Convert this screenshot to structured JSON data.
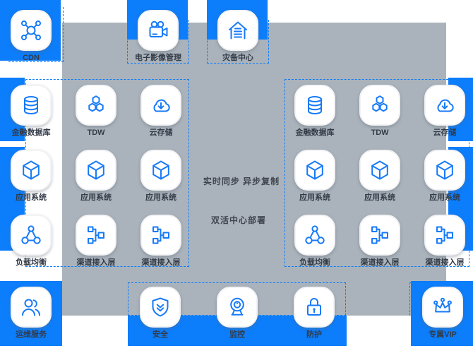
{
  "colors": {
    "accent": "#0c7dfb",
    "icon_blue": "#177af8",
    "panel_gray": "#aab3bc",
    "label": "#333b47"
  },
  "top_row": [
    {
      "icon": "cdn",
      "label": "CDN"
    },
    {
      "icon": "video-camera",
      "label": "电子影像管理"
    },
    {
      "icon": "disaster-center",
      "label": "灾备中心"
    }
  ],
  "site_groups": {
    "left": {
      "items": [
        {
          "icon": "database",
          "label": "金融数据库"
        },
        {
          "icon": "tdw",
          "label": "TDW"
        },
        {
          "icon": "cloud-storage",
          "label": "云存储"
        },
        {
          "icon": "app-system",
          "label": "应用系统"
        },
        {
          "icon": "app-system",
          "label": "应用系统"
        },
        {
          "icon": "app-system",
          "label": "应用系统"
        },
        {
          "icon": "load-balancer",
          "label": "负载均衡"
        },
        {
          "icon": "channel-access",
          "label": "渠道接入层"
        },
        {
          "icon": "channel-access",
          "label": "渠道接入层"
        }
      ]
    },
    "right": {
      "items": [
        {
          "icon": "database",
          "label": "金融数据库"
        },
        {
          "icon": "tdw",
          "label": "TDW"
        },
        {
          "icon": "cloud-storage",
          "label": "云存储"
        },
        {
          "icon": "app-system",
          "label": "应用系统"
        },
        {
          "icon": "app-system",
          "label": "应用系统"
        },
        {
          "icon": "app-system",
          "label": "应用系统"
        },
        {
          "icon": "load-balancer",
          "label": "负载均衡"
        },
        {
          "icon": "channel-access",
          "label": "渠道接入层"
        },
        {
          "icon": "channel-access",
          "label": "渠道接入层"
        }
      ]
    }
  },
  "center": {
    "line1": "实时同步 异步复制",
    "line2": "双活中心部署"
  },
  "bottom_row": [
    {
      "icon": "users",
      "label": "运维服务"
    },
    {
      "icon": "shield",
      "label": "安全"
    },
    {
      "icon": "monitor-cam",
      "label": "监控"
    },
    {
      "icon": "lock",
      "label": "防护"
    },
    {
      "icon": "crown",
      "label": "专属VIP"
    }
  ]
}
